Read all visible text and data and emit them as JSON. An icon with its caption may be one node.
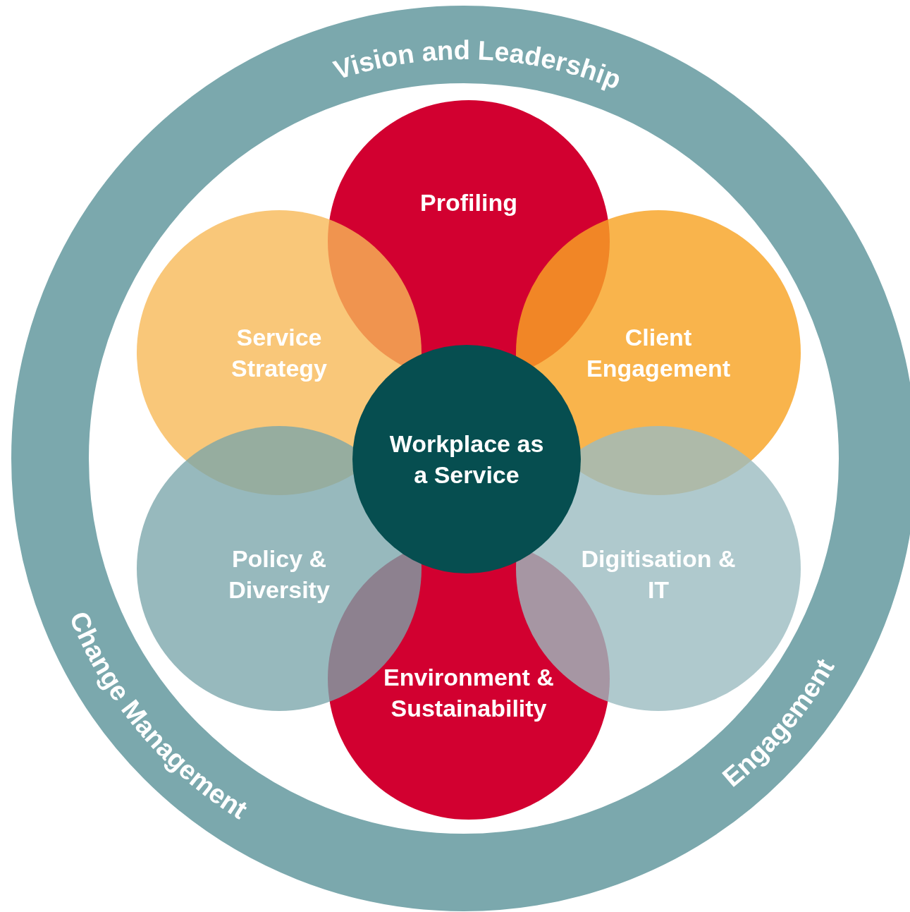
{
  "diagram": {
    "nodes": [
      {
        "text": [
          "Vision and Leadership",
          "Change Management",
          "Engagement"
        ]
      },
      {
        "text": [
          "Profiling"
        ],
        "in": 0
      },
      {
        "text": [
          "Service Strategy"
        ],
        "in": 0
      },
      {
        "text": [
          "Client Engagement"
        ],
        "in": 0
      },
      {
        "text": [
          "Policy & Diversity"
        ],
        "in": 0
      },
      {
        "text": [
          "Digitisation & IT"
        ],
        "in": 0
      },
      {
        "text": [
          "Environment & Sustainability"
        ],
        "in": 0
      },
      {
        "text": [
          "Workplace as a Service"
        ],
        "in": 0
      }
    ]
  }
}
